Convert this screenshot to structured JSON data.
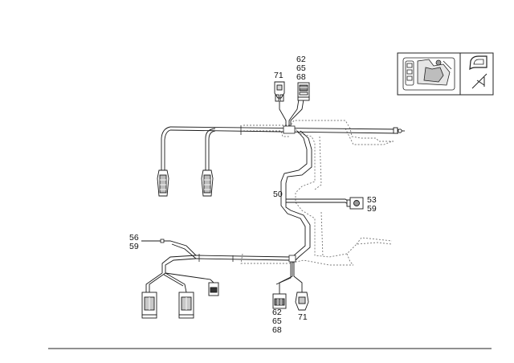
{
  "callouts": {
    "top": {
      "a": "71",
      "b": "62",
      "c": "65",
      "d": "68"
    },
    "mid": {
      "a": "50"
    },
    "right": {
      "a": "53",
      "b": "59"
    },
    "left": {
      "a": "56",
      "b": "59"
    },
    "bottom": {
      "a": "62",
      "b": "65",
      "c": "68",
      "d": "71"
    }
  },
  "icons": {
    "thumbnail": "seat-harness-overview-icon",
    "cross_ref": "seat-shell-crossed-icon"
  }
}
